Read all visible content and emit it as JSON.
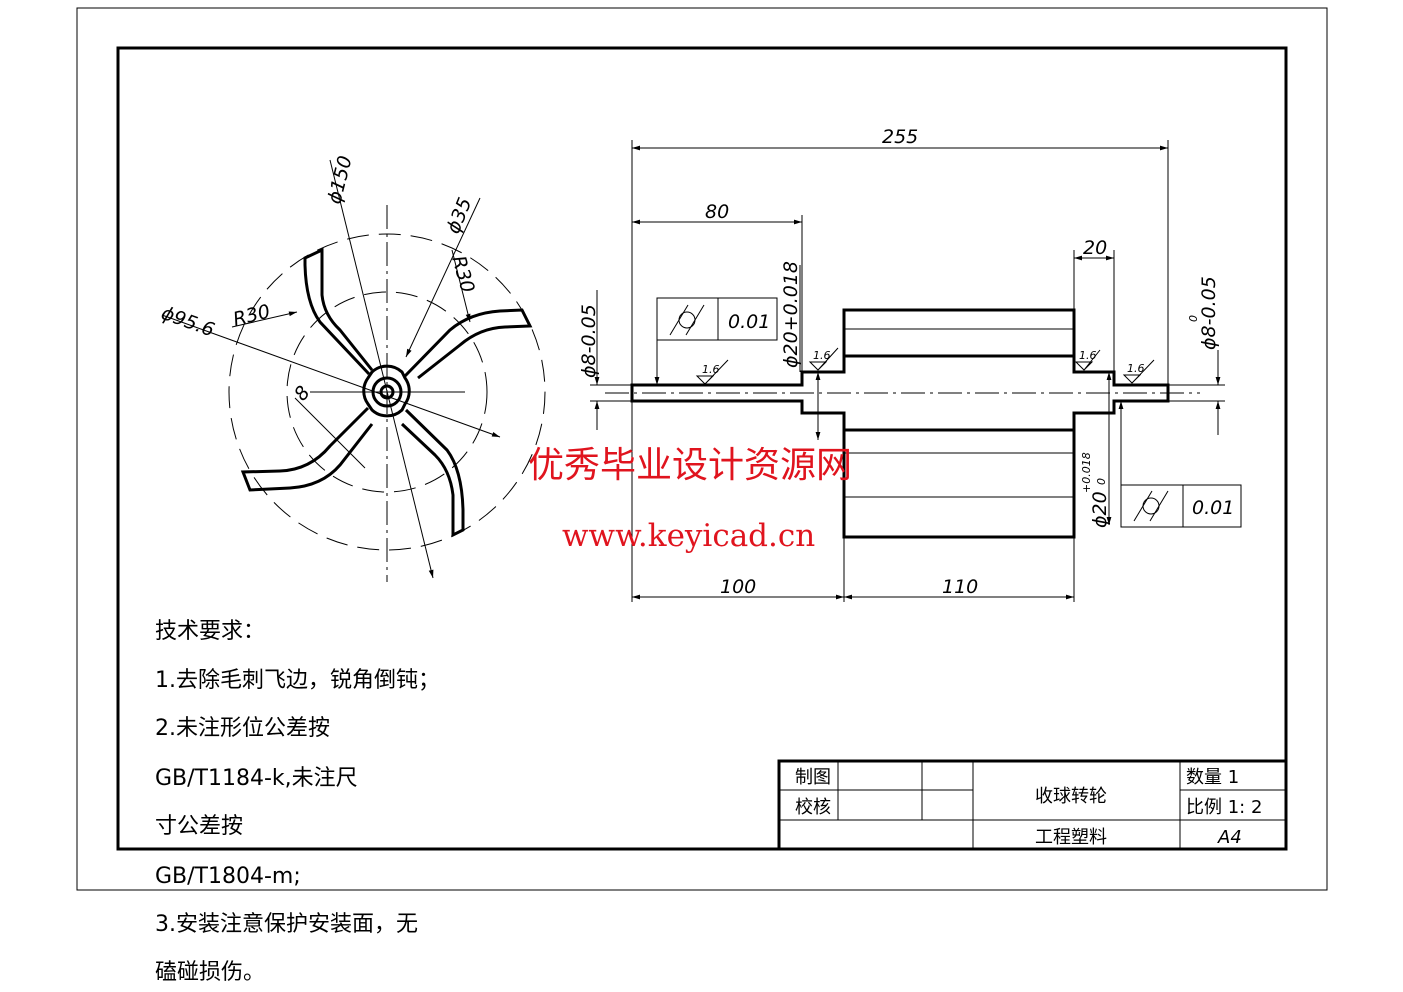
{
  "drawing": {
    "dimensions": {
      "overall_length": "255",
      "left_shaft_length": "80",
      "right_shoulder_length": "20",
      "left_section_length": "100",
      "hub_length": "110",
      "right_shaft_dia": "ϕ8-0.05",
      "right_shaft_dia_upper": "0",
      "left_shaft_dia": "ϕ8-0.05",
      "left_shoulder_dia": "ϕ20+0.018",
      "right_shoulder_dia": "ϕ20",
      "right_shoulder_tol": "+0.018",
      "right_shoulder_tol_lower": "0",
      "roughness": "1.6",
      "runout_tolerance_1": "0.01",
      "runout_tolerance_2": "0.01"
    },
    "wheel_dimensions": {
      "outer_dia": "ϕ150",
      "hub_dia": "ϕ35",
      "blade_radius_right": "R30",
      "blade_radius_left": "R30",
      "inner_dia": "ϕ95.6",
      "blade_width": "8"
    }
  },
  "tech_requirements": {
    "title": "技术要求：",
    "lines": [
      "1.去除毛刺飞边，锐角倒钝；",
      "2.未注形位公差按",
      "GB/T1184-k,未注尺",
      "寸公差按",
      "GB/T1804-m;",
      "3.安装注意保护安装面，无",
      "磕碰损伤。"
    ]
  },
  "title_block": {
    "drawn_label": "制图",
    "checked_label": "校核",
    "part_name": "收球转轮",
    "material": "工程塑料",
    "quantity": "数量 1",
    "scale": "比例 1: 2",
    "sheet_size": "A4"
  },
  "watermark": {
    "site_name": "优秀毕业设计资源网",
    "url": "www.keyicad.cn",
    "color": "#e0141e"
  }
}
